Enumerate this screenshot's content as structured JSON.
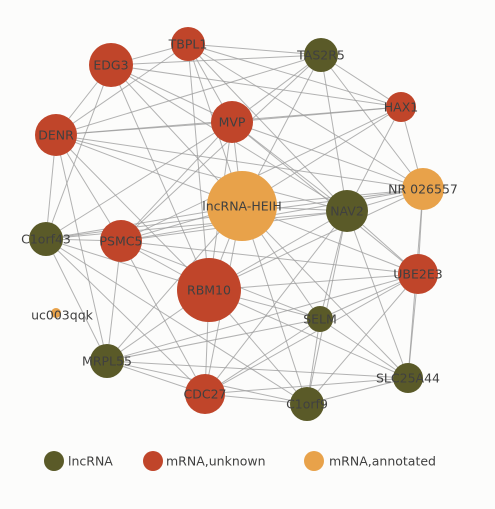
{
  "colors": {
    "lncrna": "#5a5a28",
    "mrna_unknown": "#c0452a",
    "mrna_annotated": "#e8a24a"
  },
  "legend": [
    {
      "label": "lncRNA",
      "type": "lncrna"
    },
    {
      "label": "mRNA,unknown",
      "type": "mrna_unknown"
    },
    {
      "label": "mRNA,annotated",
      "type": "mrna_annotated"
    }
  ],
  "nodes": [
    {
      "id": "TBPL1",
      "label": "TBPL1",
      "type": "mrna_unknown"
    },
    {
      "id": "EDG3",
      "label": "EDG3",
      "type": "mrna_unknown"
    },
    {
      "id": "TAS2R5",
      "label": "TAS2R5",
      "type": "lncrna"
    },
    {
      "id": "HAX1",
      "label": "HAX1",
      "type": "mrna_unknown"
    },
    {
      "id": "MVP",
      "label": "MVP",
      "type": "mrna_unknown"
    },
    {
      "id": "DENR",
      "label": "DENR",
      "type": "mrna_unknown"
    },
    {
      "id": "NR026557",
      "label": "NR 026557",
      "type": "mrna_annotated"
    },
    {
      "id": "HEIH",
      "label": "lncRNA-HEIH",
      "type": "mrna_annotated"
    },
    {
      "id": "NAV2",
      "label": "NAV2",
      "type": "lncrna"
    },
    {
      "id": "C1orf43",
      "label": "C1orf43",
      "type": "lncrna"
    },
    {
      "id": "PSMC5",
      "label": "PSMC5",
      "type": "mrna_unknown"
    },
    {
      "id": "UBE2E3",
      "label": "UBE2E3",
      "type": "mrna_unknown"
    },
    {
      "id": "RBM10",
      "label": "RBM10",
      "type": "mrna_unknown"
    },
    {
      "id": "uc003qqk",
      "label": "uc003qqk",
      "type": "mrna_annotated"
    },
    {
      "id": "SELM",
      "label": "SELM",
      "type": "lncrna"
    },
    {
      "id": "MRPL55",
      "label": "MRPL55",
      "type": "lncrna"
    },
    {
      "id": "SLC25A44",
      "label": "SLC25A44",
      "type": "lncrna"
    },
    {
      "id": "CDC27",
      "label": "CDC27",
      "type": "mrna_unknown"
    },
    {
      "id": "C1orf9",
      "label": "C1orf9",
      "type": "lncrna"
    }
  ],
  "edges": [
    [
      "HEIH",
      "TBPL1"
    ],
    [
      "HEIH",
      "EDG3"
    ],
    [
      "HEIH",
      "TAS2R5"
    ],
    [
      "HEIH",
      "HAX1"
    ],
    [
      "HEIH",
      "MVP"
    ],
    [
      "HEIH",
      "DENR"
    ],
    [
      "HEIH",
      "NR026557"
    ],
    [
      "HEIH",
      "NAV2"
    ],
    [
      "HEIH",
      "C1orf43"
    ],
    [
      "HEIH",
      "PSMC5"
    ],
    [
      "HEIH",
      "UBE2E3"
    ],
    [
      "HEIH",
      "RBM10"
    ],
    [
      "HEIH",
      "SELM"
    ],
    [
      "HEIH",
      "MRPL55"
    ],
    [
      "HEIH",
      "SLC25A44"
    ],
    [
      "HEIH",
      "CDC27"
    ],
    [
      "HEIH",
      "C1orf9"
    ],
    [
      "EDG3",
      "TBPL1"
    ],
    [
      "EDG3",
      "TAS2R5"
    ],
    [
      "EDG3",
      "MVP"
    ],
    [
      "EDG3",
      "DENR"
    ],
    [
      "EDG3",
      "NAV2"
    ],
    [
      "EDG3",
      "HAX1"
    ],
    [
      "EDG3",
      "C1orf43"
    ],
    [
      "EDG3",
      "RBM10"
    ],
    [
      "TBPL1",
      "TAS2R5"
    ],
    [
      "TBPL1",
      "MVP"
    ],
    [
      "TBPL1",
      "HAX1"
    ],
    [
      "TBPL1",
      "NAV2"
    ],
    [
      "TBPL1",
      "DENR"
    ],
    [
      "TBPL1",
      "NR026557"
    ],
    [
      "TBPL1",
      "RBM10"
    ],
    [
      "TAS2R5",
      "HAX1"
    ],
    [
      "TAS2R5",
      "NR026557"
    ],
    [
      "TAS2R5",
      "MVP"
    ],
    [
      "TAS2R5",
      "NAV2"
    ],
    [
      "TAS2R5",
      "DENR"
    ],
    [
      "TAS2R5",
      "PSMC5"
    ],
    [
      "HAX1",
      "NR026557"
    ],
    [
      "HAX1",
      "NAV2"
    ],
    [
      "HAX1",
      "MVP"
    ],
    [
      "HAX1",
      "DENR"
    ],
    [
      "HAX1",
      "PSMC5"
    ],
    [
      "MVP",
      "DENR"
    ],
    [
      "MVP",
      "NAV2"
    ],
    [
      "MVP",
      "NR026557"
    ],
    [
      "MVP",
      "PSMC5"
    ],
    [
      "MVP",
      "RBM10"
    ],
    [
      "MVP",
      "C1orf43"
    ],
    [
      "MVP",
      "UBE2E3"
    ],
    [
      "DENR",
      "C1orf43"
    ],
    [
      "DENR",
      "PSMC5"
    ],
    [
      "DENR",
      "NAV2"
    ],
    [
      "DENR",
      "RBM10"
    ],
    [
      "DENR",
      "MRPL55"
    ],
    [
      "DENR",
      "NR026557"
    ],
    [
      "NR026557",
      "NAV2"
    ],
    [
      "NR026557",
      "UBE2E3"
    ],
    [
      "NR026557",
      "PSMC5"
    ],
    [
      "NR026557",
      "RBM10"
    ],
    [
      "NR026557",
      "C1orf43"
    ],
    [
      "NR026557",
      "SLC25A44"
    ],
    [
      "NAV2",
      "PSMC5"
    ],
    [
      "NAV2",
      "UBE2E3"
    ],
    [
      "NAV2",
      "RBM10"
    ],
    [
      "NAV2",
      "C1orf43"
    ],
    [
      "NAV2",
      "SELM"
    ],
    [
      "NAV2",
      "CDC27"
    ],
    [
      "NAV2",
      "C1orf9"
    ],
    [
      "NAV2",
      "SLC25A44"
    ],
    [
      "C1orf43",
      "PSMC5"
    ],
    [
      "C1orf43",
      "MRPL55"
    ],
    [
      "C1orf43",
      "RBM10"
    ],
    [
      "C1orf43",
      "CDC27"
    ],
    [
      "C1orf43",
      "C1orf9"
    ],
    [
      "PSMC5",
      "RBM10"
    ],
    [
      "PSMC5",
      "MRPL55"
    ],
    [
      "PSMC5",
      "CDC27"
    ],
    [
      "PSMC5",
      "UBE2E3"
    ],
    [
      "PSMC5",
      "SELM"
    ],
    [
      "UBE2E3",
      "RBM10"
    ],
    [
      "UBE2E3",
      "SELM"
    ],
    [
      "UBE2E3",
      "SLC25A44"
    ],
    [
      "UBE2E3",
      "C1orf9"
    ],
    [
      "UBE2E3",
      "MRPL55"
    ],
    [
      "UBE2E3",
      "CDC27"
    ],
    [
      "RBM10",
      "SELM"
    ],
    [
      "RBM10",
      "MRPL55"
    ],
    [
      "RBM10",
      "CDC27"
    ],
    [
      "RBM10",
      "C1orf9"
    ],
    [
      "RBM10",
      "SLC25A44"
    ],
    [
      "SELM",
      "SLC25A44"
    ],
    [
      "SELM",
      "C1orf9"
    ],
    [
      "SELM",
      "CDC27"
    ],
    [
      "SELM",
      "MRPL55"
    ],
    [
      "MRPL55",
      "CDC27"
    ],
    [
      "MRPL55",
      "C1orf9"
    ],
    [
      "MRPL55",
      "SLC25A44"
    ],
    [
      "CDC27",
      "C1orf9"
    ],
    [
      "CDC27",
      "SLC25A44"
    ],
    [
      "C1orf9",
      "SLC25A44"
    ]
  ]
}
